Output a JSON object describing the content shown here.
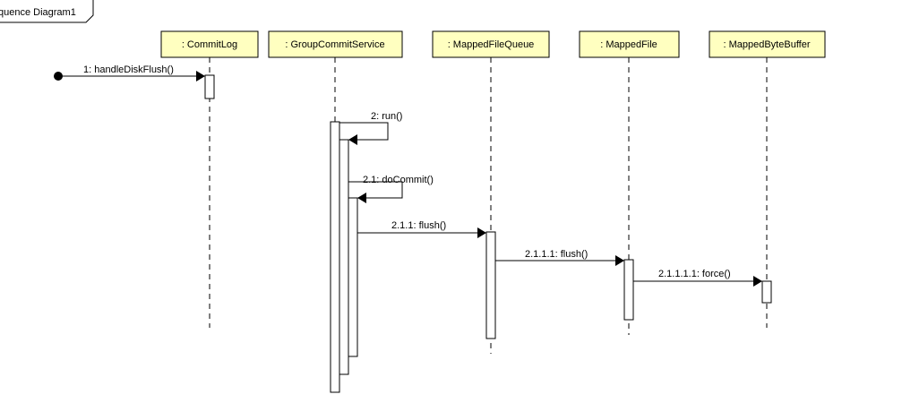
{
  "frame": {
    "title": "quence Diagram1"
  },
  "lifelines": [
    {
      "id": "commitlog",
      "label": ": CommitLog"
    },
    {
      "id": "groupcommitservice",
      "label": ": GroupCommitService"
    },
    {
      "id": "mappedfilequeue",
      "label": ": MappedFileQueue"
    },
    {
      "id": "mappedfile",
      "label": ": MappedFile"
    },
    {
      "id": "mappedbytebuffer",
      "label": ": MappedByteBuffer"
    }
  ],
  "messages": [
    {
      "id": "m1",
      "label": "1: handleDiskFlush()"
    },
    {
      "id": "m2",
      "label": "2: run()"
    },
    {
      "id": "m21",
      "label": "2.1: doCommit()"
    },
    {
      "id": "m211",
      "label": "2.1.1: flush()"
    },
    {
      "id": "m2111",
      "label": "2.1.1.1: flush()"
    },
    {
      "id": "m21111",
      "label": "2.1.1.1.1: force()"
    }
  ],
  "colors": {
    "lifeline_fill": "#ffffc0",
    "line": "#000000",
    "background": "#ffffff"
  }
}
